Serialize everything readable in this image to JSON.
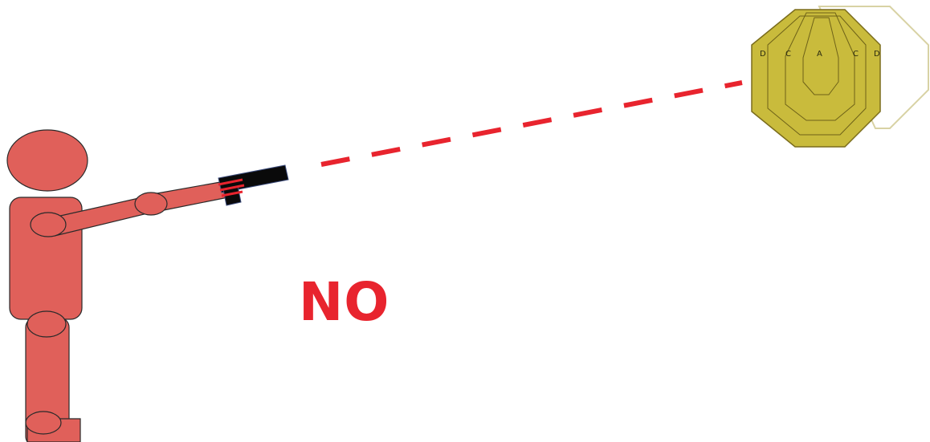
{
  "verdict_text": "NO",
  "target": {
    "zone_labels": [
      "D",
      "C",
      "A",
      "C",
      "D"
    ]
  },
  "colors": {
    "figure_fill": "#e0605a",
    "figure_stroke": "#2a2a2a",
    "gun": "#0a0a0a",
    "trigger_finger": "#e8242e",
    "aim_line": "#e8242e",
    "verdict": "#e8242e",
    "target_fill": "#c9bb3c",
    "target_stroke": "#7a6c1c",
    "target_shadow": "#d8d2a4"
  },
  "icons": [
    "stick-figure-shooter",
    "pistol-icon",
    "octagon-steel-target"
  ]
}
